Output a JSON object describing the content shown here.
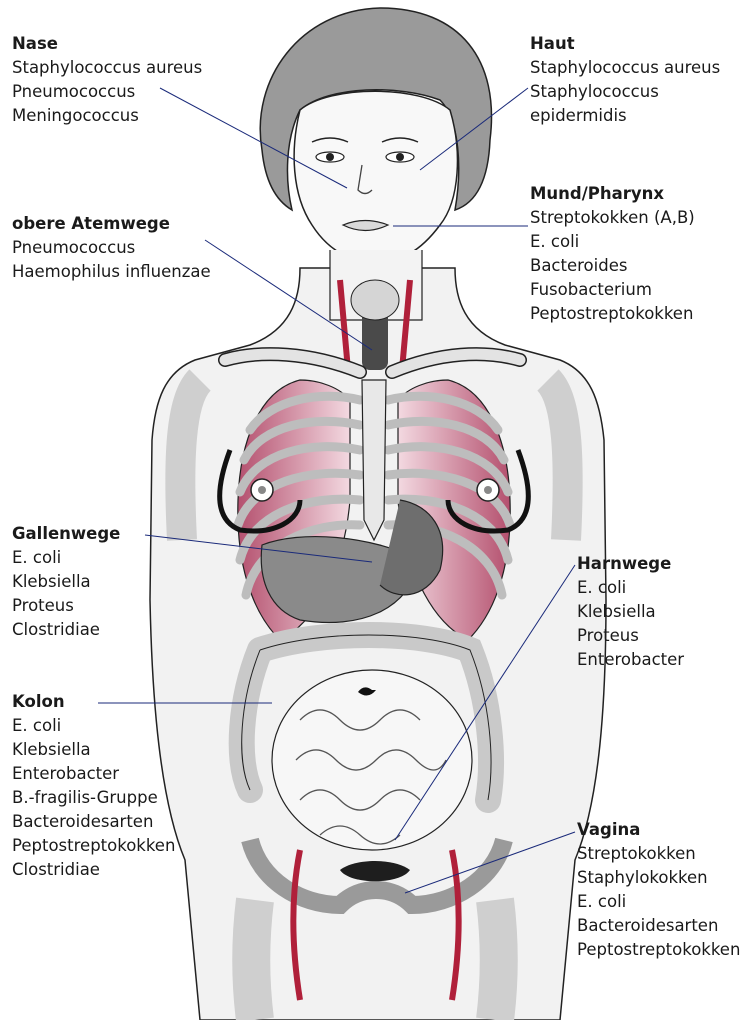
{
  "labels": {
    "nase": {
      "title": "Nase",
      "items": [
        "Staphylococcus aureus",
        "Pneumococcus",
        "Meningococcus"
      ]
    },
    "haut": {
      "title": "Haut",
      "items": [
        "Staphylococcus aureus",
        "Staphylococcus",
        "epidermidis"
      ]
    },
    "mund": {
      "title": "Mund/Pharynx",
      "items": [
        "Streptokokken (A,B)",
        "E. coli",
        "Bacteroides",
        "Fusobacterium",
        "Peptostreptokokken"
      ]
    },
    "atemwege": {
      "title": "obere Atemwege",
      "items": [
        "Pneumococcus",
        "Haemophilus influenzae"
      ]
    },
    "gallenwege": {
      "title": "Gallenwege",
      "items": [
        "E. coli",
        "Klebsiella",
        "Proteus",
        "Clostridiae"
      ]
    },
    "harnwege": {
      "title": "Harnwege",
      "items": [
        "E. coli",
        "Klebsiella",
        "Proteus",
        "Enterobacter"
      ]
    },
    "kolon": {
      "title": "Kolon",
      "items": [
        "E. coli",
        "Klebsiella",
        "Enterobacter",
        "B.-fragilis-Gruppe",
        "Bacteroidesarten",
        "Peptostreptokokken",
        "Clostridiae"
      ]
    },
    "vagina": {
      "title": "Vagina",
      "items": [
        "Streptokokken",
        "Staphylokokken",
        "E. coli",
        "Bacteroidesarten",
        "Peptostreptokokken"
      ]
    }
  },
  "colors": {
    "skin": "#f2f2f2",
    "outline": "#222222",
    "bone": "#d9d9d9",
    "organ": "#8a8a8a",
    "lung": "#c8758e",
    "vessel": "#b0203a",
    "leader": "#1a2a7a"
  }
}
